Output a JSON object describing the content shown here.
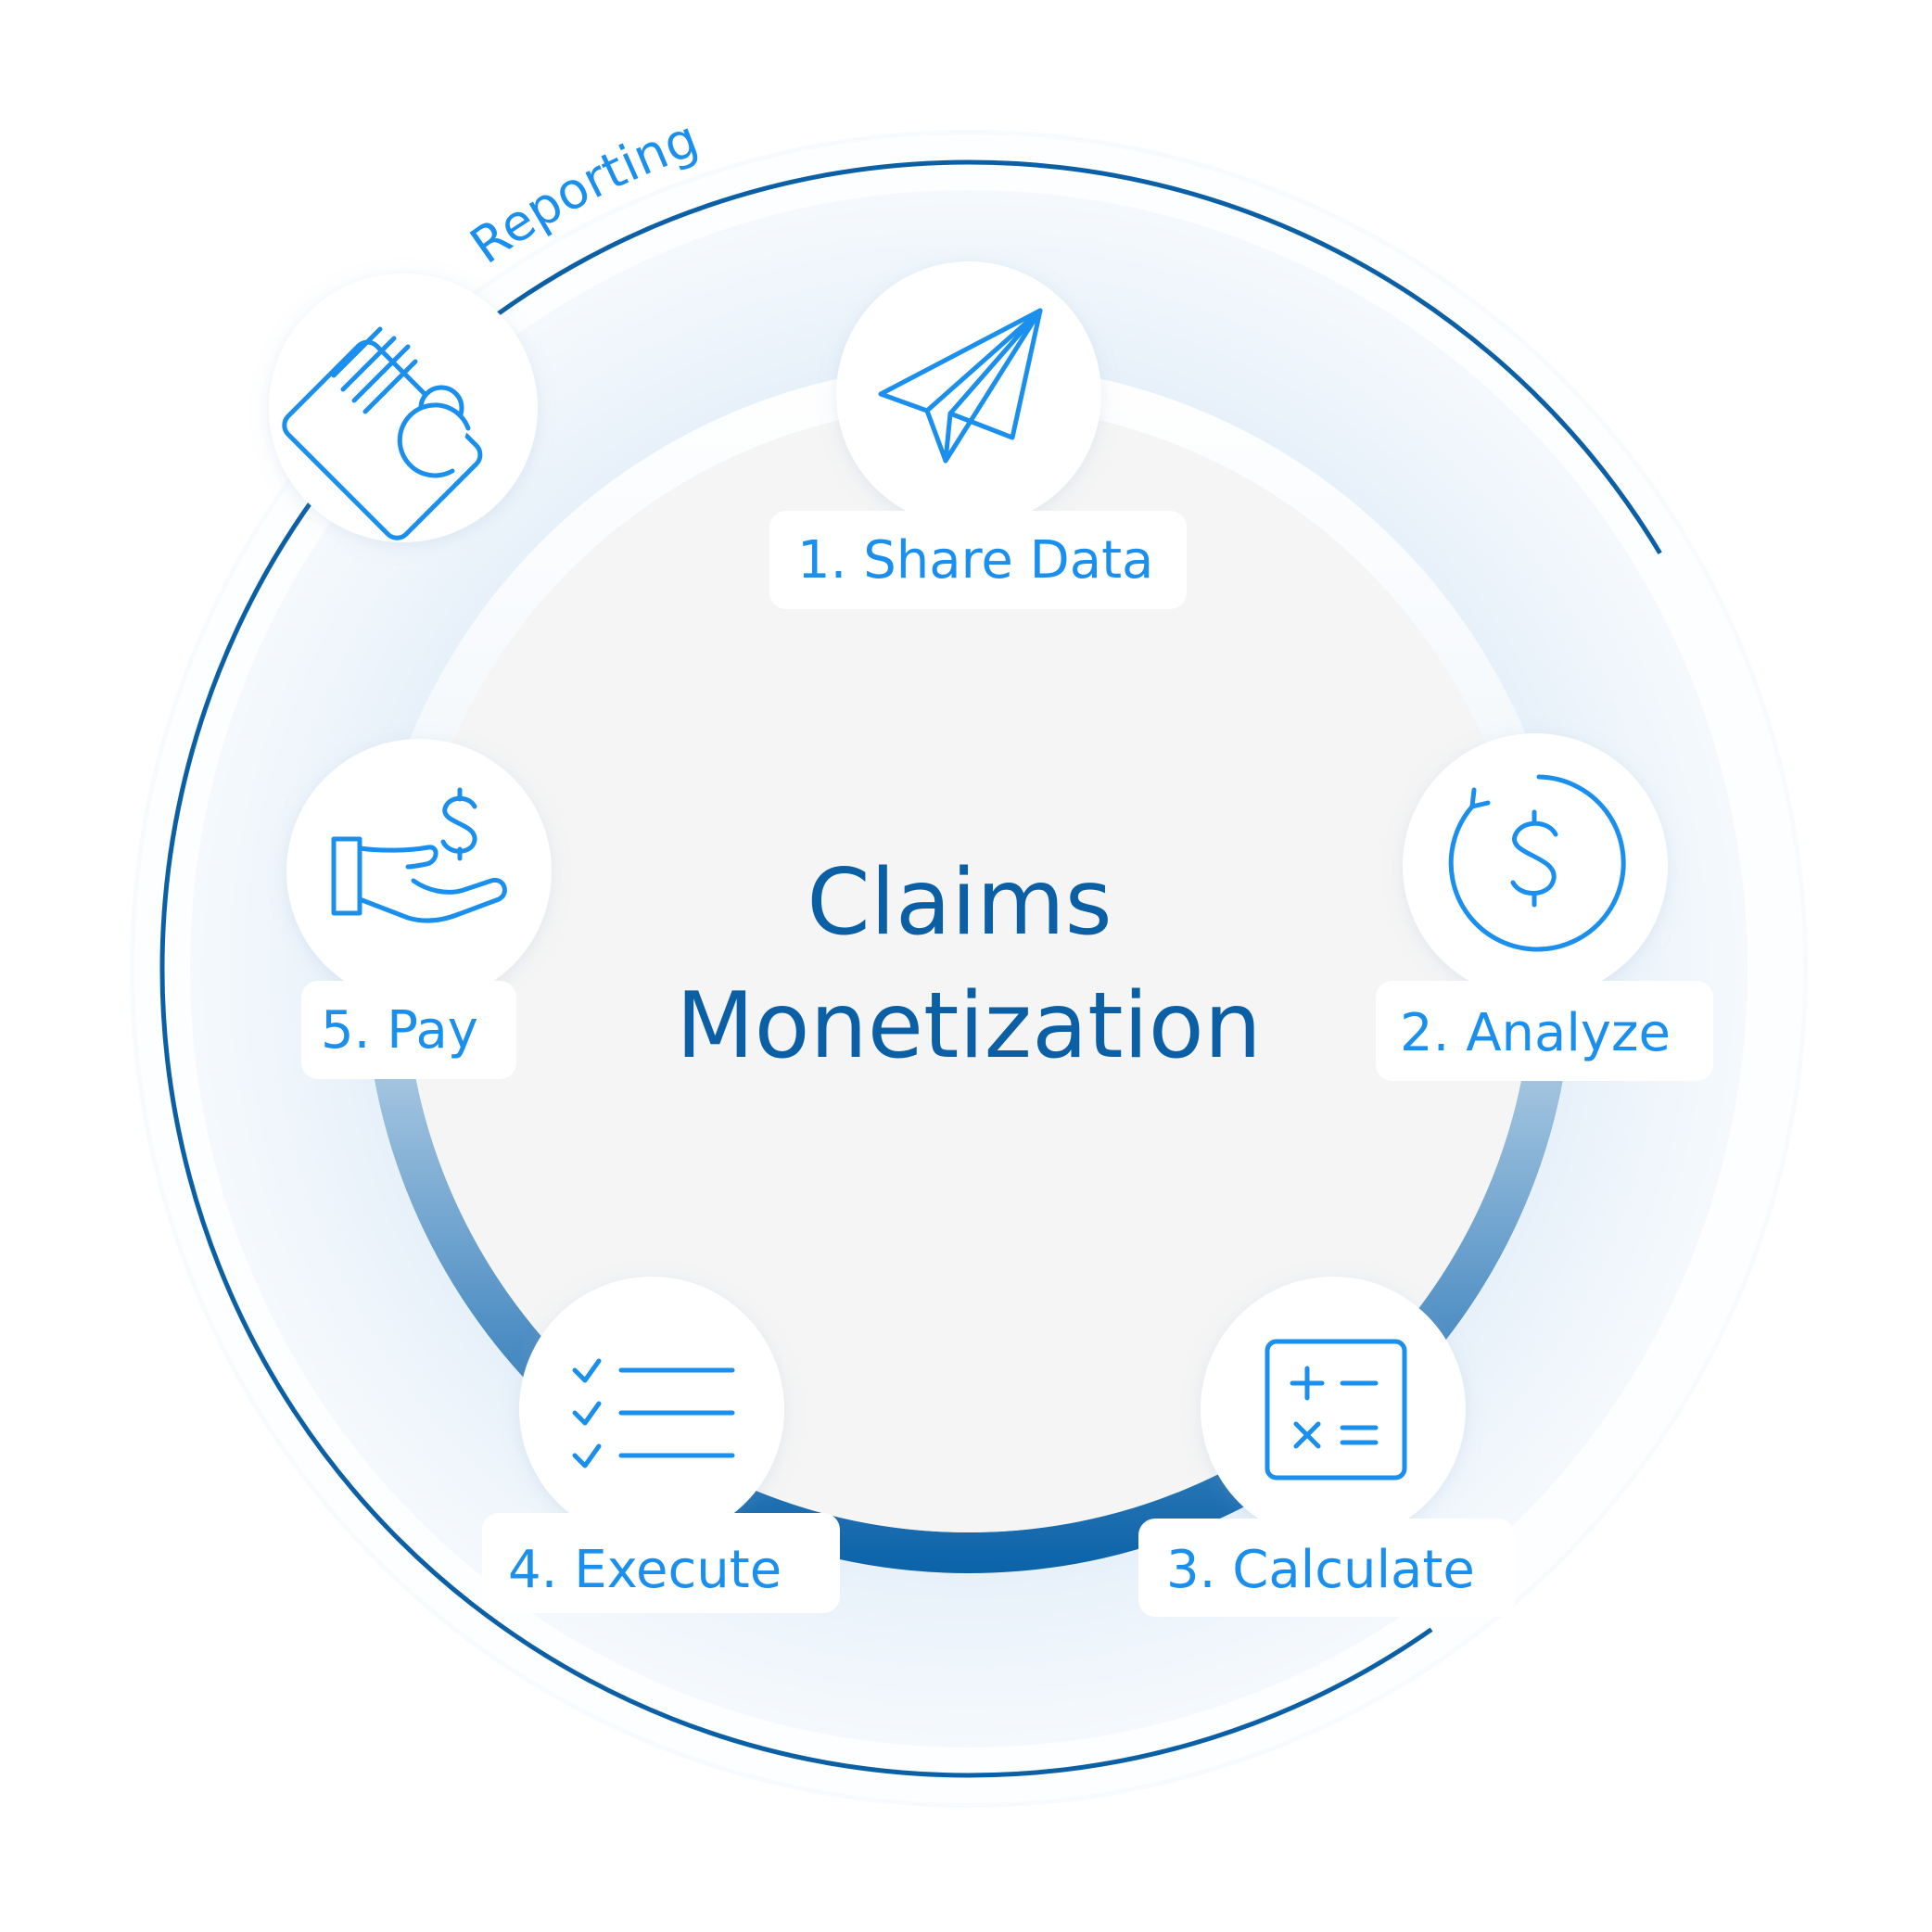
{
  "diagram": {
    "title_line1": "Claims",
    "title_line2": "Monetization",
    "reporting": {
      "label": "Reporting",
      "icon": "report-document-person-icon"
    },
    "steps": [
      {
        "label": "1.  Share Data",
        "icon": "paper-plane-icon"
      },
      {
        "label": "2. Analyze",
        "icon": "dollar-cycle-icon"
      },
      {
        "label": "3. Calculate",
        "icon": "calculator-icon"
      },
      {
        "label": "4. Execute",
        "icon": "checklist-icon"
      },
      {
        "label": "5. Pay",
        "icon": "hand-dollar-icon"
      }
    ],
    "colors": {
      "outer_ring": "#0b5fa5",
      "icon_accent": "#1a8fee",
      "title": "#0b5fa5",
      "center_fill": "#f5f5f5"
    }
  }
}
